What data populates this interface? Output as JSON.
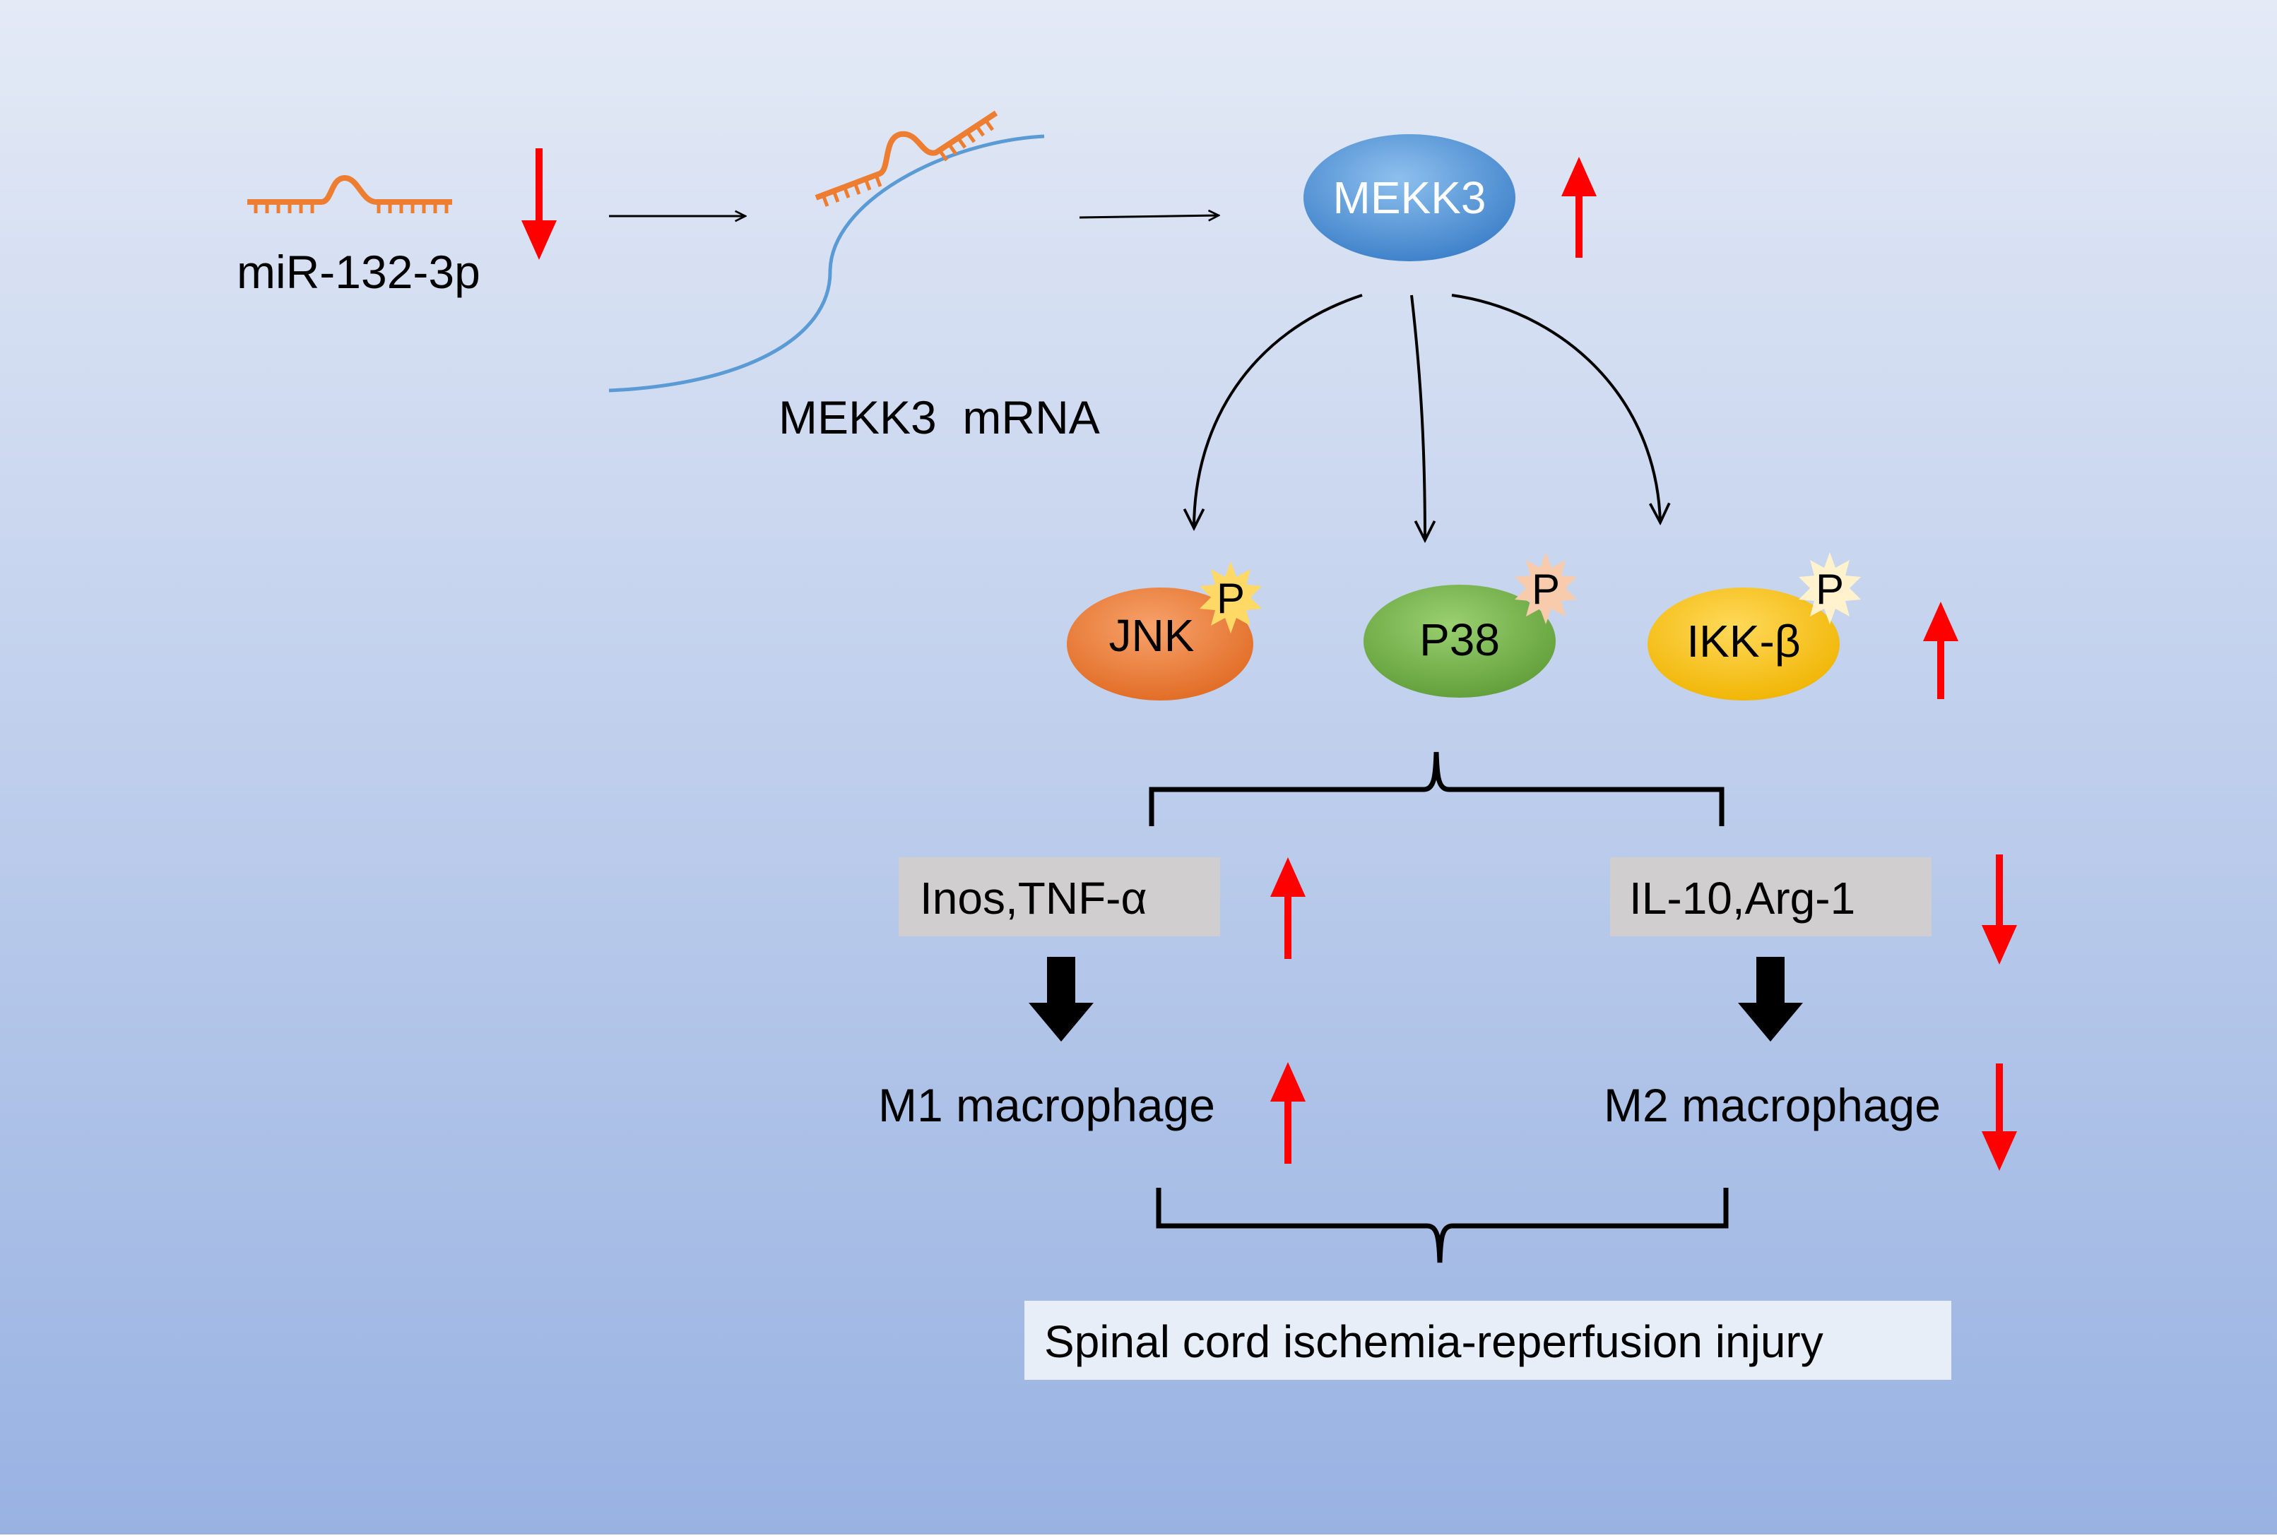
{
  "labels": {
    "mirna": "miR-132-3p",
    "mrna": "MEKK3  mRNA",
    "mekk3": "MEKK3",
    "jnk": "JNK",
    "p38": "P38",
    "ikk": "IKK-β",
    "phospho": "P",
    "m1_markers": "Inos,TNF-α",
    "m2_markers": "IL-10,Arg-1",
    "m1": "M1 macrophage",
    "m2": "M2 macrophage",
    "outcome": "Spinal cord ischemia-reperfusion injury"
  },
  "colors": {
    "bg_top": "#e4eaf6",
    "bg_bottom": "#98b2e2",
    "rna_strand": "#ed7d31",
    "mrna_strand": "#5b9bd5",
    "mekk3": "#4a8fd6",
    "jnk": "#ed7d31",
    "p38": "#70ad47",
    "ikk": "#ffc000",
    "phospho_badge": "#ffd966",
    "phospho_badge_p38": "#f8cbad",
    "up_down_arrow": "#ff0000",
    "marker_box": "#d0cece",
    "outcome_box": "#e7eef8",
    "line": "#000000"
  },
  "regulation": {
    "mirna": "down",
    "mekk3": "up",
    "kinases": "up",
    "m1_markers": "up",
    "m2_markers": "down",
    "m1": "up",
    "m2": "down"
  },
  "icons": [
    "microrna-icon",
    "mirna-mrna-binding-icon",
    "phosphorylation-badge-icon",
    "up-arrow-icon",
    "down-arrow-icon"
  ]
}
